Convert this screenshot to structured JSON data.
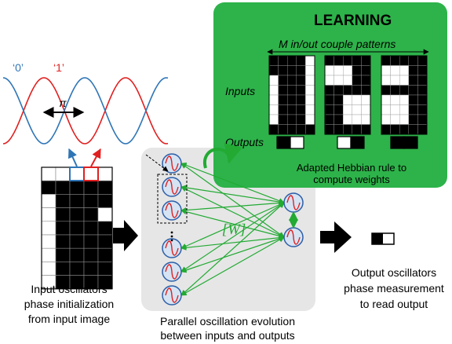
{
  "waves": {
    "label_zero": "‘0’",
    "label_one": "‘1’",
    "pi_label": "π",
    "colors": {
      "zero": "#2e75b6",
      "one": "#e02020"
    }
  },
  "learning": {
    "title": "LEARNING",
    "subtitle": "M in/out couple patterns",
    "inputs_label": "Inputs",
    "outputs_label": "Outputs",
    "rule_line1": "Adapted Hebbian rule to",
    "rule_line2": "compute weights",
    "panel_color": "#2db34a"
  },
  "network": {
    "weights_label": "[W]",
    "line_color": "#22aa33"
  },
  "captions": {
    "input_line1": "Input oscillators",
    "input_line2": "phase initialization",
    "input_line3": "from input image",
    "parallel_line1": "Parallel oscillation evolution",
    "parallel_line2": "between inputs and outputs",
    "output_line1": "Output oscillators",
    "output_line2": "phase measurement",
    "output_line3": "to read output"
  }
}
